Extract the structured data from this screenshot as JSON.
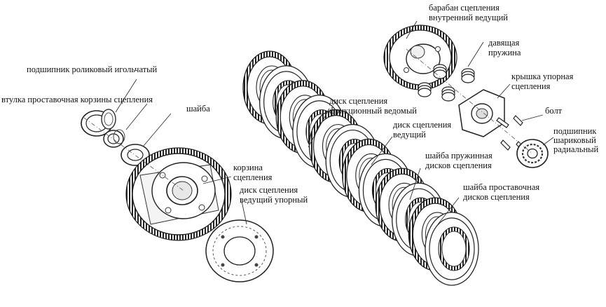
{
  "labels": {
    "needle_bearing": "подшипник роликовый игольчатый",
    "bushing": "втулка проставочная корзины сцепления",
    "washer": "шайба",
    "basket_1": "корзина",
    "basket_2": "сцепления",
    "thrust_disc_1": "диск сцепления",
    "thrust_disc_2": "ведущий упорный",
    "friction_disc_1": "диск сцепления",
    "friction_disc_2": "фрикционный ведомый",
    "drive_disc_1": "диск сцепления",
    "drive_disc_2": "ведущий",
    "spring_washer_1": "шайба пружинная",
    "spring_washer_2": "дисков сцепления",
    "spacer_washer_1": "шайба проставочная",
    "spacer_washer_2": "дисков сцепления",
    "drum_1": "барабан сцепления",
    "drum_2": "внутренний ведущий",
    "pressure_spring_1": "давящая",
    "pressure_spring_2": "пружина",
    "cover_1": "крышка упорная",
    "cover_2": "сцепления",
    "bolt": "болт",
    "ball_bearing_1": "подшипник",
    "ball_bearing_2": "шариковый",
    "ball_bearing_3": "радиальный"
  }
}
